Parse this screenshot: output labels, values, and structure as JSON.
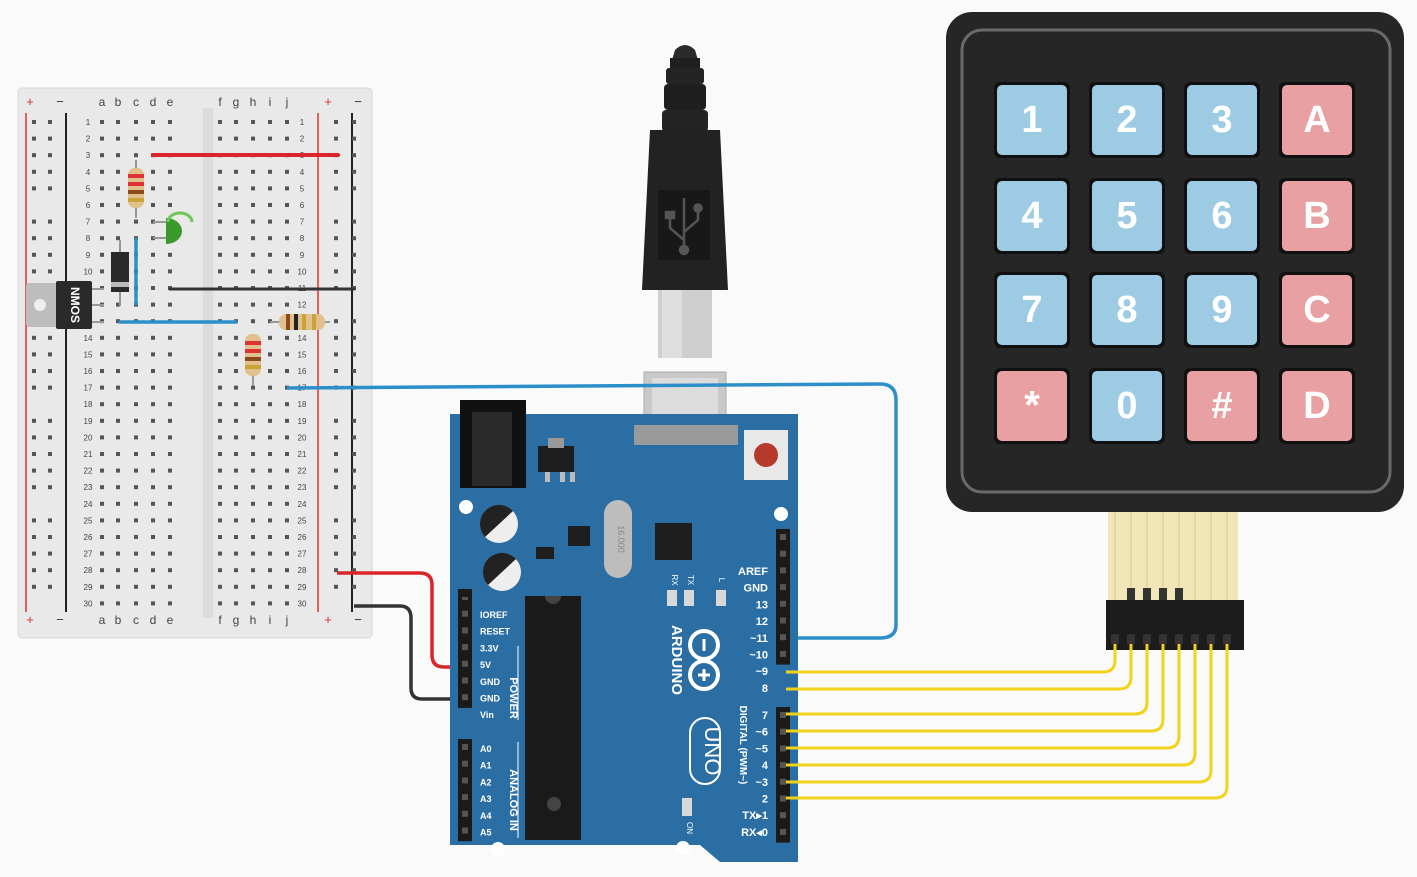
{
  "breadboard": {
    "cols_left": [
      "a",
      "b",
      "c",
      "d",
      "e"
    ],
    "cols_right": [
      "f",
      "g",
      "h",
      "i",
      "j"
    ],
    "rows": [
      "1",
      "2",
      "3",
      "4",
      "5",
      "6",
      "7",
      "8",
      "9",
      "10",
      "11",
      "12",
      "13",
      "14",
      "15",
      "16",
      "17",
      "18",
      "19",
      "20",
      "21",
      "22",
      "23",
      "24",
      "25",
      "26",
      "27",
      "28",
      "29",
      "30"
    ],
    "rail_plus": "+",
    "rail_minus": "−"
  },
  "transistor": {
    "label": "NMOS"
  },
  "keypad": {
    "keys": [
      {
        "label": "1",
        "kind": "digit"
      },
      {
        "label": "2",
        "kind": "digit"
      },
      {
        "label": "3",
        "kind": "digit"
      },
      {
        "label": "A",
        "kind": "letter"
      },
      {
        "label": "4",
        "kind": "digit"
      },
      {
        "label": "5",
        "kind": "digit"
      },
      {
        "label": "6",
        "kind": "digit"
      },
      {
        "label": "B",
        "kind": "letter"
      },
      {
        "label": "7",
        "kind": "digit"
      },
      {
        "label": "8",
        "kind": "digit"
      },
      {
        "label": "9",
        "kind": "digit"
      },
      {
        "label": "C",
        "kind": "letter"
      },
      {
        "label": "*",
        "kind": "letter"
      },
      {
        "label": "0",
        "kind": "digit"
      },
      {
        "label": "#",
        "kind": "letter"
      },
      {
        "label": "D",
        "kind": "letter"
      }
    ],
    "digit_color": "#9ccbe3",
    "letter_color": "#e8a0a2"
  },
  "arduino": {
    "brand": "ARDUINO",
    "model": "UNO",
    "crystal": "16.000",
    "on_label": "ON",
    "rx": "RX",
    "tx": "TX",
    "l": "L",
    "power_title": "POWER",
    "analog_title": "ANALOG IN",
    "digital_title": "DIGITAL (PWM~)",
    "power_pins": [
      "IOREF",
      "RESET",
      "3.3V",
      "5V",
      "GND",
      "GND",
      "Vin"
    ],
    "analog_pins": [
      "A0",
      "A1",
      "A2",
      "A3",
      "A4",
      "A5"
    ],
    "digital_top": [
      "AREF",
      "GND",
      "13",
      "12",
      "~11",
      "~10",
      "~9",
      "8"
    ],
    "digital_bottom": [
      "7",
      "~6",
      "~5",
      "4",
      "~3",
      "2",
      "TX▸1",
      "RX◂0"
    ],
    "board_color": "#2b6ea3"
  },
  "colors": {
    "wire_red": "#d9262b",
    "wire_black": "#333333",
    "wire_blue": "#2d8fc9",
    "wire_yellow": "#f2d21b",
    "led_green": "#3a9a2c"
  }
}
